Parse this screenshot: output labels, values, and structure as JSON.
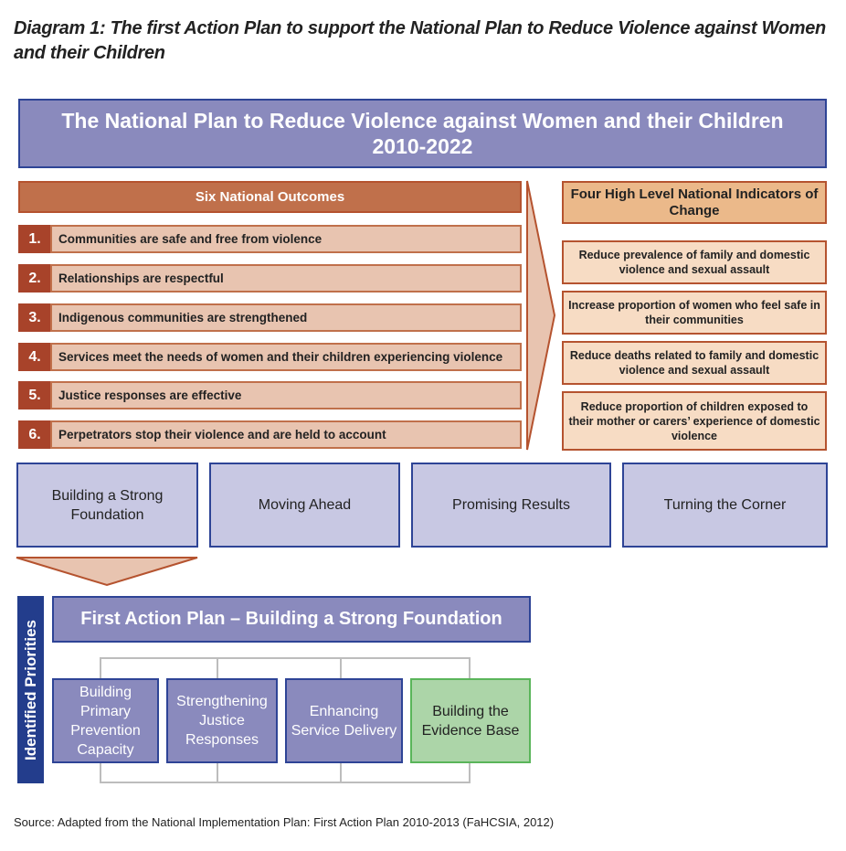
{
  "caption": "Diagram 1: The first Action Plan to support the National Plan to Reduce Violence against Women and their Children",
  "banner": {
    "line1": "The National Plan to Reduce Violence against Women and their Children",
    "line2": "2010-2022"
  },
  "outcomes": {
    "header": "Six National Outcomes",
    "items": [
      {
        "num": "1.",
        "text": "Communities are safe and free from violence"
      },
      {
        "num": "2.",
        "text": "Relationships are respectful"
      },
      {
        "num": "3.",
        "text": "Indigenous communities are strengthened"
      },
      {
        "num": "4.",
        "text": "Services meet the needs of women and their children experiencing violence"
      },
      {
        "num": "5.",
        "text": "Justice responses are effective"
      },
      {
        "num": "6.",
        "text": "Perpetrators stop their violence and are held to account"
      }
    ]
  },
  "indicators": {
    "header": "Four High Level National Indicators of Change",
    "items": [
      "Reduce prevalence of family and domestic violence and sexual assault",
      "Increase proportion of women who feel safe in their communities",
      "Reduce deaths related to family and domestic violence and sexual assault",
      "Reduce proportion of children exposed to their mother or carers’ experience of domestic violence"
    ]
  },
  "phases": [
    "Building a Strong Foundation",
    "Moving Ahead",
    "Promising Results",
    "Turning the Corner"
  ],
  "priorities_label": "Identified Priorities",
  "first_action_plan": "First Action Plan – Building a Strong Foundation",
  "priorities": [
    "Building Primary Prevention Capacity",
    "Strengthening Justice Responses",
    "Enhancing Service Delivery",
    "Building the Evidence Base"
  ],
  "source": "Source: Adapted from the National Implementation Plan: First Action Plan 2010-2013 (FaHCSIA, 2012)",
  "colors": {
    "purple": "#8a8abd",
    "navy": "#2e4496",
    "rust": "#c0704b",
    "peach": "#e8c4b0",
    "green": "#acd5a8"
  }
}
